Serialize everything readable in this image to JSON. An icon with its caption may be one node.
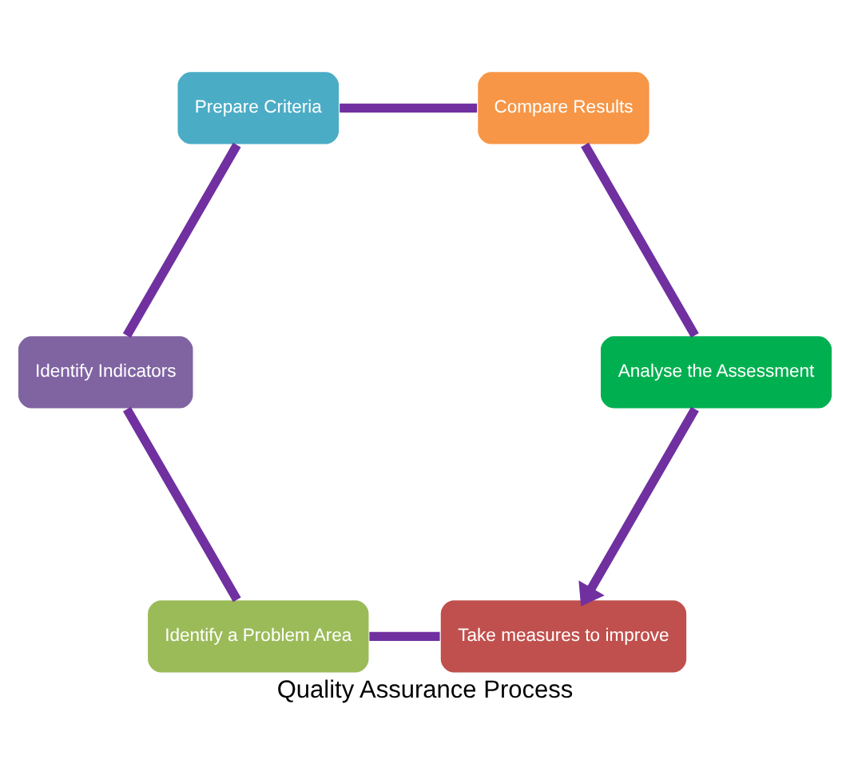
{
  "diagram": {
    "title": "Quality Assurance Process",
    "nodes": [
      {
        "text": [
          "Take measures to improve"
        ]
      },
      {
        "text": [
          "Identify a Problem Area"
        ]
      },
      {
        "text": [
          "Identify Indicators"
        ]
      },
      {
        "text": [
          "Prepare Criteria"
        ]
      },
      {
        "text": [
          "Compare Results"
        ]
      },
      {
        "text": [
          "Analyse the Assessment"
        ]
      }
    ],
    "edges": [
      {
        "from": 0,
        "to": 1,
        "arrow": "none"
      },
      {
        "from": 1,
        "to": 2,
        "arrow": "none"
      },
      {
        "from": 2,
        "to": 3,
        "arrow": "none"
      },
      {
        "from": 3,
        "to": 4,
        "arrow": "none"
      },
      {
        "from": 4,
        "to": 5,
        "arrow": "none"
      },
      {
        "from": 5,
        "to": 0,
        "arrow": "to"
      }
    ]
  }
}
